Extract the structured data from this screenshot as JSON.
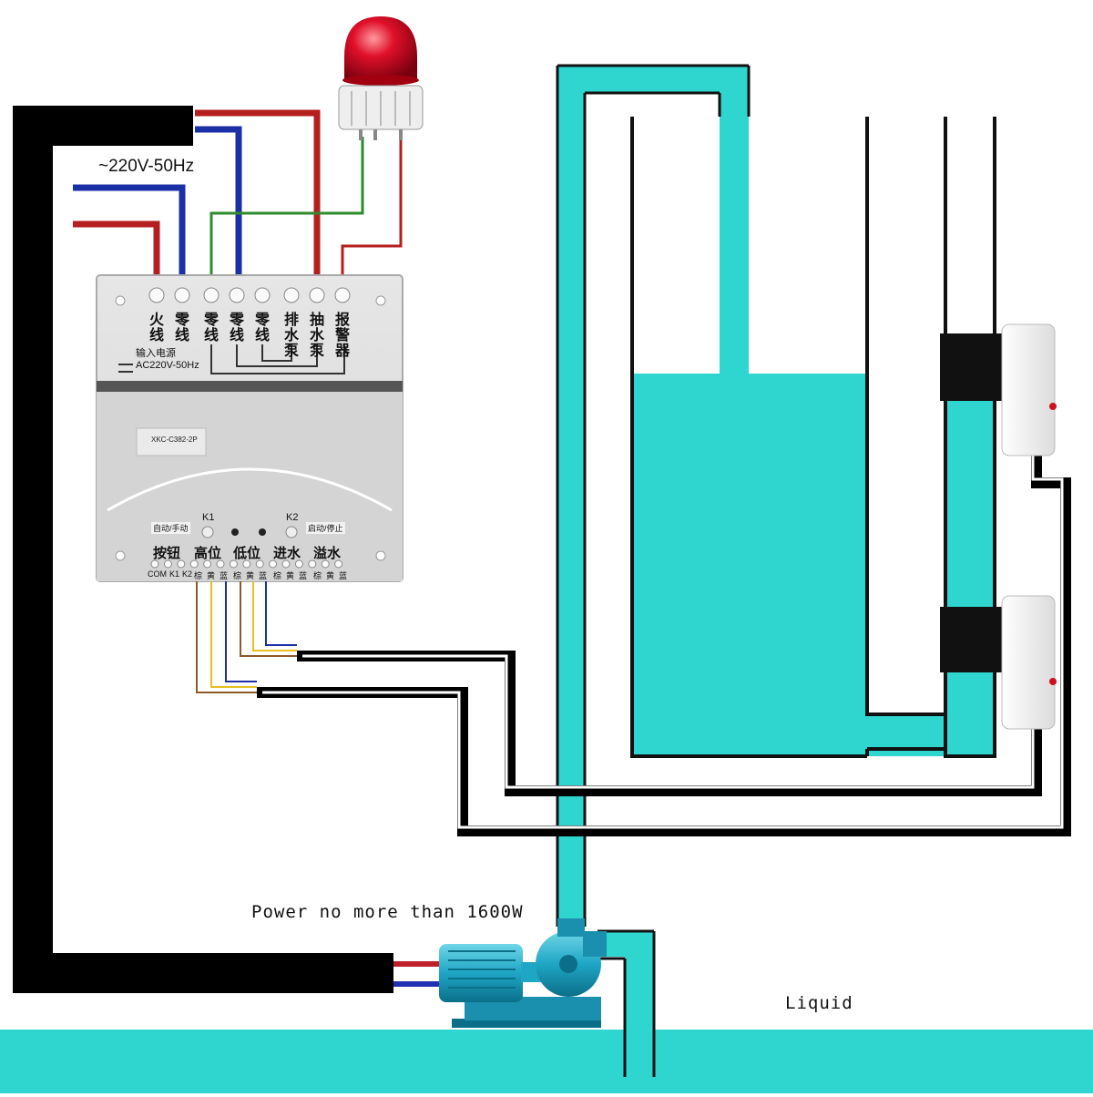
{
  "supply_label": "~220V-50Hz",
  "power_note": "Power no more than 1600W",
  "liquid_label": "Liquid",
  "controller": {
    "model": "XKC-C382-2P",
    "top_terminals": [
      "火线",
      "零线",
      "零线",
      "零线",
      "零线",
      "排水泵",
      "抽水泵",
      "报警器"
    ],
    "input_power": [
      "输入电源",
      "AC220V-50Hz"
    ],
    "mode_left": "自动/手动",
    "mode_right": "启动/停止",
    "k1": "K1",
    "k2": "K2",
    "bottom_groups": [
      "按钮",
      "高位",
      "低位",
      "进水",
      "溢水"
    ],
    "bottom_terminals": [
      "COM",
      "K1",
      "K2",
      "棕",
      "黄",
      "蓝",
      "棕",
      "黄",
      "蓝",
      "棕",
      "黄",
      "蓝",
      "棕",
      "黄",
      "蓝"
    ]
  },
  "colors": {
    "water": "#2ed6cf",
    "cable": "#000000",
    "live_wire": "#b41e1e",
    "neutral_wire": "#1b2fa6",
    "ground_wire": "#2e8b2e",
    "alarm_light": "#d01020"
  }
}
